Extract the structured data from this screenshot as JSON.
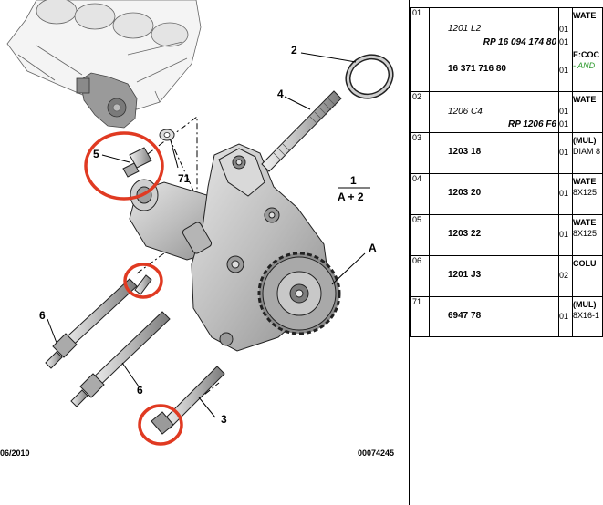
{
  "diagram": {
    "callouts": [
      "1",
      "A + 2",
      "2",
      "3",
      "4",
      "5",
      "6",
      "6",
      "71",
      "A"
    ],
    "footer_left": "06/2010",
    "footer_right": "00074245"
  },
  "parts": [
    {
      "no": "01",
      "ref_italic": "1201 L2",
      "ref_rp": "RP 16 094 174 80",
      "ref_bold": "16 371 716 80",
      "qty": [
        "01",
        "01",
        "01"
      ],
      "desc": [
        "WATE",
        "E:COC",
        "- AND"
      ]
    },
    {
      "no": "02",
      "ref_italic": "1206 C4",
      "ref_rp": "RP 1206 F6",
      "ref_bold": "",
      "qty": [
        "01",
        "01"
      ],
      "desc": [
        "WATE"
      ]
    },
    {
      "no": "03",
      "ref_italic": "",
      "ref_rp": "",
      "ref_bold": "1203 18",
      "qty": [
        "01"
      ],
      "desc": [
        "(MUL)",
        "DIAM 8"
      ]
    },
    {
      "no": "04",
      "ref_italic": "",
      "ref_rp": "",
      "ref_bold": "1203 20",
      "qty": [
        "01"
      ],
      "desc": [
        "WATE",
        "8X125"
      ]
    },
    {
      "no": "05",
      "ref_italic": "",
      "ref_rp": "",
      "ref_bold": "1203 22",
      "qty": [
        "01"
      ],
      "desc": [
        "WATE",
        "8X125"
      ]
    },
    {
      "no": "06",
      "ref_italic": "",
      "ref_rp": "",
      "ref_bold": "1201 J3",
      "qty": [
        "02"
      ],
      "desc": [
        "COLU"
      ]
    },
    {
      "no": "71",
      "ref_italic": "",
      "ref_rp": "",
      "ref_bold": "6947 78",
      "qty": [
        "01"
      ],
      "desc": [
        "(MUL)",
        "8X16-1"
      ]
    }
  ],
  "colors": {
    "highlight_circle": "#e03a22",
    "accent_text": "#2e9a2e"
  }
}
